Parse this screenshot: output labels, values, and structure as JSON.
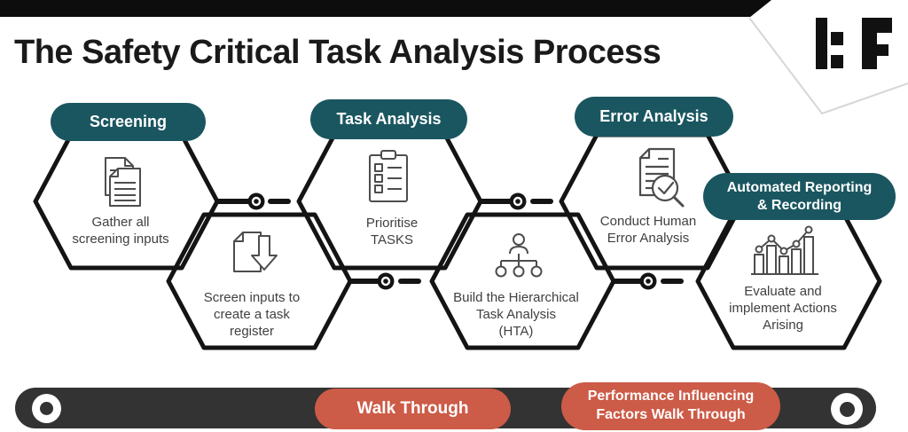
{
  "header": {
    "title": "The Safety Critical Task Analysis Process",
    "logo_icon": "hf-logo"
  },
  "steps": [
    {
      "pill": "Screening",
      "icon": "documents-icon",
      "label": "Gather all\nscreening inputs"
    },
    {
      "pill": "",
      "icon": "document-download-icon",
      "label": "Screen inputs to\ncreate a task\nregister"
    },
    {
      "pill": "Task Analysis",
      "icon": "clipboard-checklist-icon",
      "label": "Prioritise\nTASKS"
    },
    {
      "pill": "",
      "icon": "hierarchy-icon",
      "label": "Build the Hierarchical\nTask Analysis\n(HTA)"
    },
    {
      "pill": "Error Analysis",
      "icon": "document-review-icon",
      "label": "Conduct Human\nError Analysis"
    },
    {
      "pill": "Automated Reporting\n& Recording",
      "icon": "bar-chart-trend-icon",
      "label": "Evaluate and\nimplement Actions\nArising"
    }
  ],
  "footer": {
    "pills": [
      {
        "label": "Walk Through"
      },
      {
        "label": "Performance Influencing\nFactors Walk Through"
      }
    ]
  },
  "colors": {
    "teal_pill": "#1a5660",
    "orange_pill": "#cc5b47",
    "footer_bar": "#333333",
    "hexagon_stroke": "#141414",
    "top_bar": "#0d0d0d"
  }
}
